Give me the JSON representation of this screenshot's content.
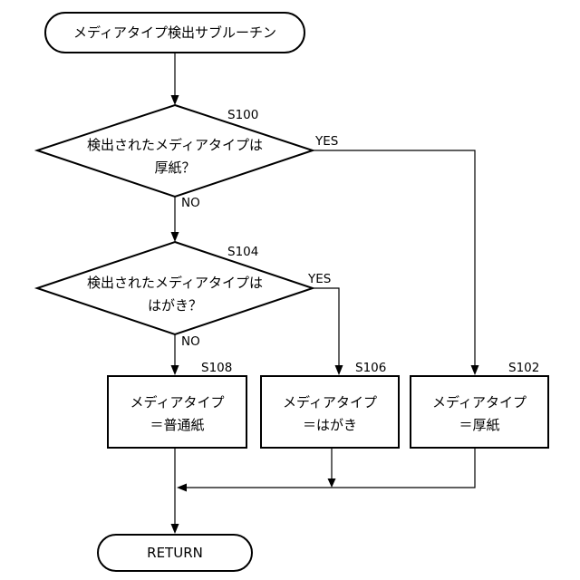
{
  "flowchart": {
    "start": "メディアタイプ検出サブルーチン",
    "end": "RETURN",
    "decision_1": {
      "step": "S100",
      "lines": [
        "検出されたメディアタイプは",
        "厚紙？"
      ],
      "yes": "YES",
      "no": "NO"
    },
    "decision_2": {
      "step": "S104",
      "lines": [
        "検出されたメディアタイプは",
        "はがき？"
      ],
      "yes": "YES",
      "no": "NO"
    },
    "process_plain": {
      "step": "S108",
      "lines": [
        "メディアタイプ",
        "＝普通紙"
      ]
    },
    "process_postcard": {
      "step": "S106",
      "lines": [
        "メディアタイプ",
        "＝はがき"
      ]
    },
    "process_thick": {
      "step": "S102",
      "lines": [
        "メディアタイプ",
        "＝厚紙"
      ]
    }
  }
}
